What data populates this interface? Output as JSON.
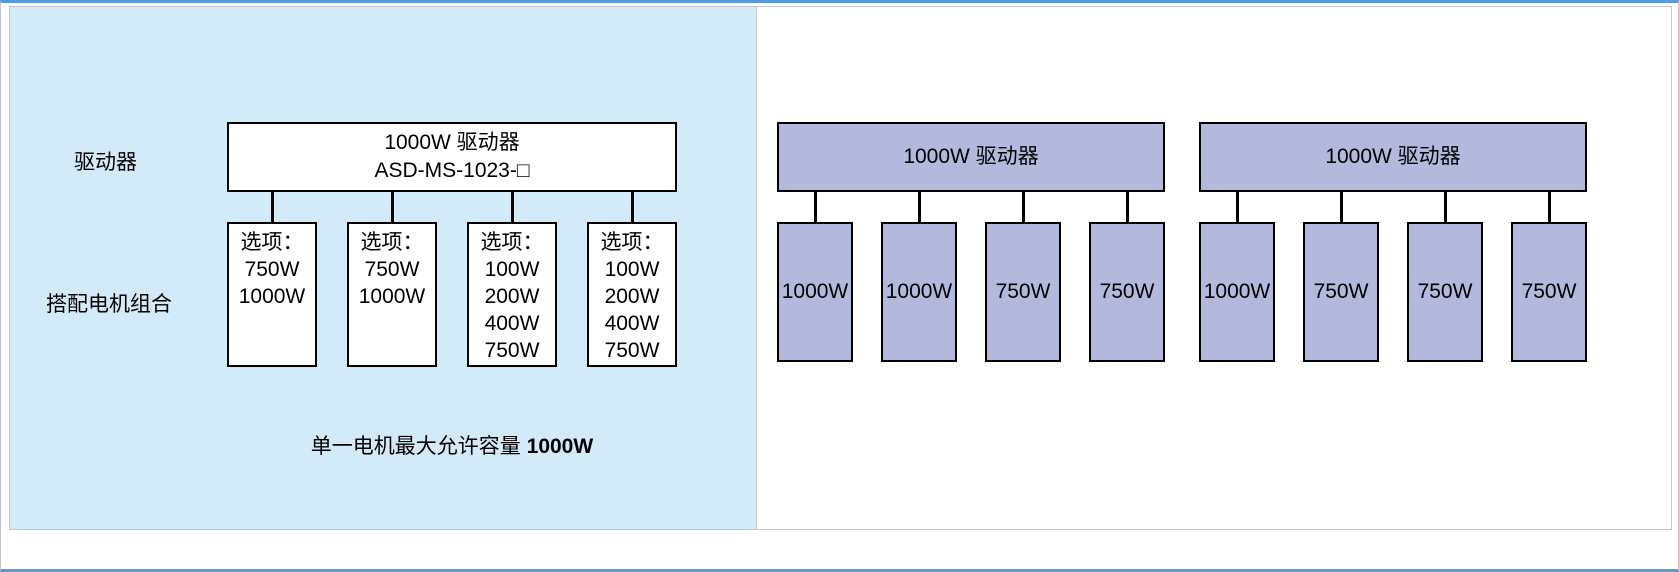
{
  "colors": {
    "panel_left_bg": "#d3eaf8",
    "motor_box_bg": "#b3b9dc",
    "accent_line": "#5b9bd5"
  },
  "left_panel": {
    "row_labels": {
      "driver": "驱动器",
      "motor_combo": "搭配电机组合"
    },
    "driver_box": {
      "line1": "1000W 驱动器",
      "line2": "ASD-MS-1023-□"
    },
    "option_boxes": [
      {
        "title": "选项：",
        "options": [
          "750W",
          "1000W"
        ]
      },
      {
        "title": "选项：",
        "options": [
          "750W",
          "1000W"
        ]
      },
      {
        "title": "选项：",
        "options": [
          "100W",
          "200W",
          "400W",
          "750W"
        ]
      },
      {
        "title": "选项：",
        "options": [
          "100W",
          "200W",
          "400W",
          "750W"
        ]
      }
    ],
    "footnote": {
      "prefix": "单一电机最大允许容量 ",
      "bold": "1000W"
    }
  },
  "right_panel": {
    "groups": [
      {
        "driver_label": "1000W 驱动器",
        "motors": [
          "1000W",
          "1000W",
          "750W",
          "750W"
        ]
      },
      {
        "driver_label": "1000W 驱动器",
        "motors": [
          "1000W",
          "750W",
          "750W",
          "750W"
        ]
      }
    ]
  }
}
